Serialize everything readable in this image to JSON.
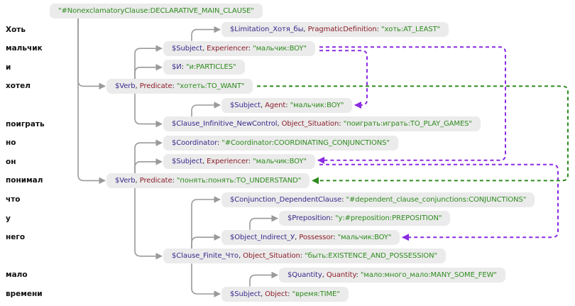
{
  "sentence_words": [
    {
      "text": "Хоть",
      "row": 1
    },
    {
      "text": "мальчик",
      "row": 2
    },
    {
      "text": "и",
      "row": 3
    },
    {
      "text": "хотел",
      "row": 4
    },
    {
      "text": "поиграть",
      "row": 6
    },
    {
      "text": "но",
      "row": 7
    },
    {
      "text": "он",
      "row": 8
    },
    {
      "text": "понимал",
      "row": 9
    },
    {
      "text": "что",
      "row": 10
    },
    {
      "text": "у",
      "row": 11
    },
    {
      "text": "него",
      "row": 12
    },
    {
      "text": "мало",
      "row": 14
    },
    {
      "text": "времени",
      "row": 15
    }
  ],
  "nodes": [
    {
      "id": "root",
      "level": 0,
      "row": 0,
      "var": "",
      "role": "",
      "value": "\"#NonexclamatoryClause:DECLARATIVE_MAIN_CLAUSE\""
    },
    {
      "id": "limitation",
      "level": 3,
      "row": 1,
      "parent": "subject1",
      "var": "$Limitation_Хотя_бы",
      "role": "PragmaticDefinition",
      "value": "\"хоть:AT_LEAST\""
    },
    {
      "id": "subject1",
      "level": 2,
      "row": 2,
      "parent": "verb1",
      "var": "$Subject",
      "role": "Experiencer",
      "value": "\"мальчик:BOY\""
    },
    {
      "id": "particle",
      "level": 2,
      "row": 3,
      "parent": "verb1",
      "var": "$И",
      "role": "",
      "value": "\"и:PARTICLES\""
    },
    {
      "id": "verb1",
      "level": 1,
      "row": 4,
      "parent": "root",
      "var": "$Verb",
      "role": "Predicate",
      "value": "\"хотеть:TO_WANT\""
    },
    {
      "id": "subject_agent",
      "level": 3,
      "row": 5,
      "parent": "clause_inf",
      "var": "$Subject",
      "role": "Agent",
      "value": "\"мальчик:BOY\""
    },
    {
      "id": "clause_inf",
      "level": 2,
      "row": 6,
      "parent": "verb1",
      "var": "$Clause_Infinitive_NewControl",
      "role": "Object_Situation",
      "value": "\"поиграть:играть:TO_PLAY_GAMES\""
    },
    {
      "id": "coordinator",
      "level": 2,
      "row": 7,
      "parent": "verb2",
      "var": "$Coordinator",
      "role": "",
      "value": "\"#Coordinator:COORDINATING_CONJUNCTIONS\""
    },
    {
      "id": "subject2",
      "level": 2,
      "row": 8,
      "parent": "verb2",
      "var": "$Subject",
      "role": "Experiencer",
      "value": "\"мальчик:BOY\""
    },
    {
      "id": "verb2",
      "level": 1,
      "row": 9,
      "parent": "root",
      "var": "$Verb",
      "role": "Predicate",
      "value": "\"понять:понять:TO_UNDERSTAND\""
    },
    {
      "id": "conjunction",
      "level": 3,
      "row": 10,
      "parent": "clause_fin",
      "var": "$Conjunction_DependentClause",
      "role": "",
      "value": "\"#dependent_clause_conjunctions:CONJUNCTIONS\""
    },
    {
      "id": "preposition",
      "level": 4,
      "row": 11,
      "parent": "object_indirect",
      "var": "$Preposition",
      "role": "",
      "value": "\"у:#preposition:PREPOSITION\""
    },
    {
      "id": "object_indirect",
      "level": 3,
      "row": 12,
      "parent": "clause_fin",
      "var": "$Object_Indirect_У",
      "role": "Possessor",
      "value": "\"мальчик:BOY\""
    },
    {
      "id": "clause_fin",
      "level": 2,
      "row": 13,
      "parent": "verb2",
      "var": "$Clause_Finite_Что",
      "role": "Object_Situation",
      "value": "\"быть:EXISTENCE_AND_POSSESSION\""
    },
    {
      "id": "quantity",
      "level": 4,
      "row": 14,
      "parent": "subject_obj",
      "var": "$Quantity",
      "role": "Quantity",
      "value": "\"мало:много_мало:MANY_SOME_FEW\""
    },
    {
      "id": "subject_obj",
      "level": 3,
      "row": 15,
      "parent": "clause_fin",
      "var": "$Subject",
      "role": "Object",
      "value": "\"время:TIME\""
    }
  ],
  "coreference_links": [
    {
      "from": "subject1",
      "to": "subject_agent",
      "type": "anaphora"
    },
    {
      "from": "subject1",
      "to": "subject2",
      "type": "anaphora"
    },
    {
      "from": "subject2",
      "to": "object_indirect",
      "type": "anaphora"
    },
    {
      "from": "verb1",
      "to": "verb2",
      "type": "predicate-link"
    }
  ],
  "colors": {
    "node_bg": "#ebebeb",
    "variable": "#3a2a8c",
    "role": "#8b1e2a",
    "value": "#2e8b1e",
    "tree_line": "#9a9a9a",
    "anaphora_link": "#8a2be2",
    "predicate_link": "#2e8b1e"
  }
}
